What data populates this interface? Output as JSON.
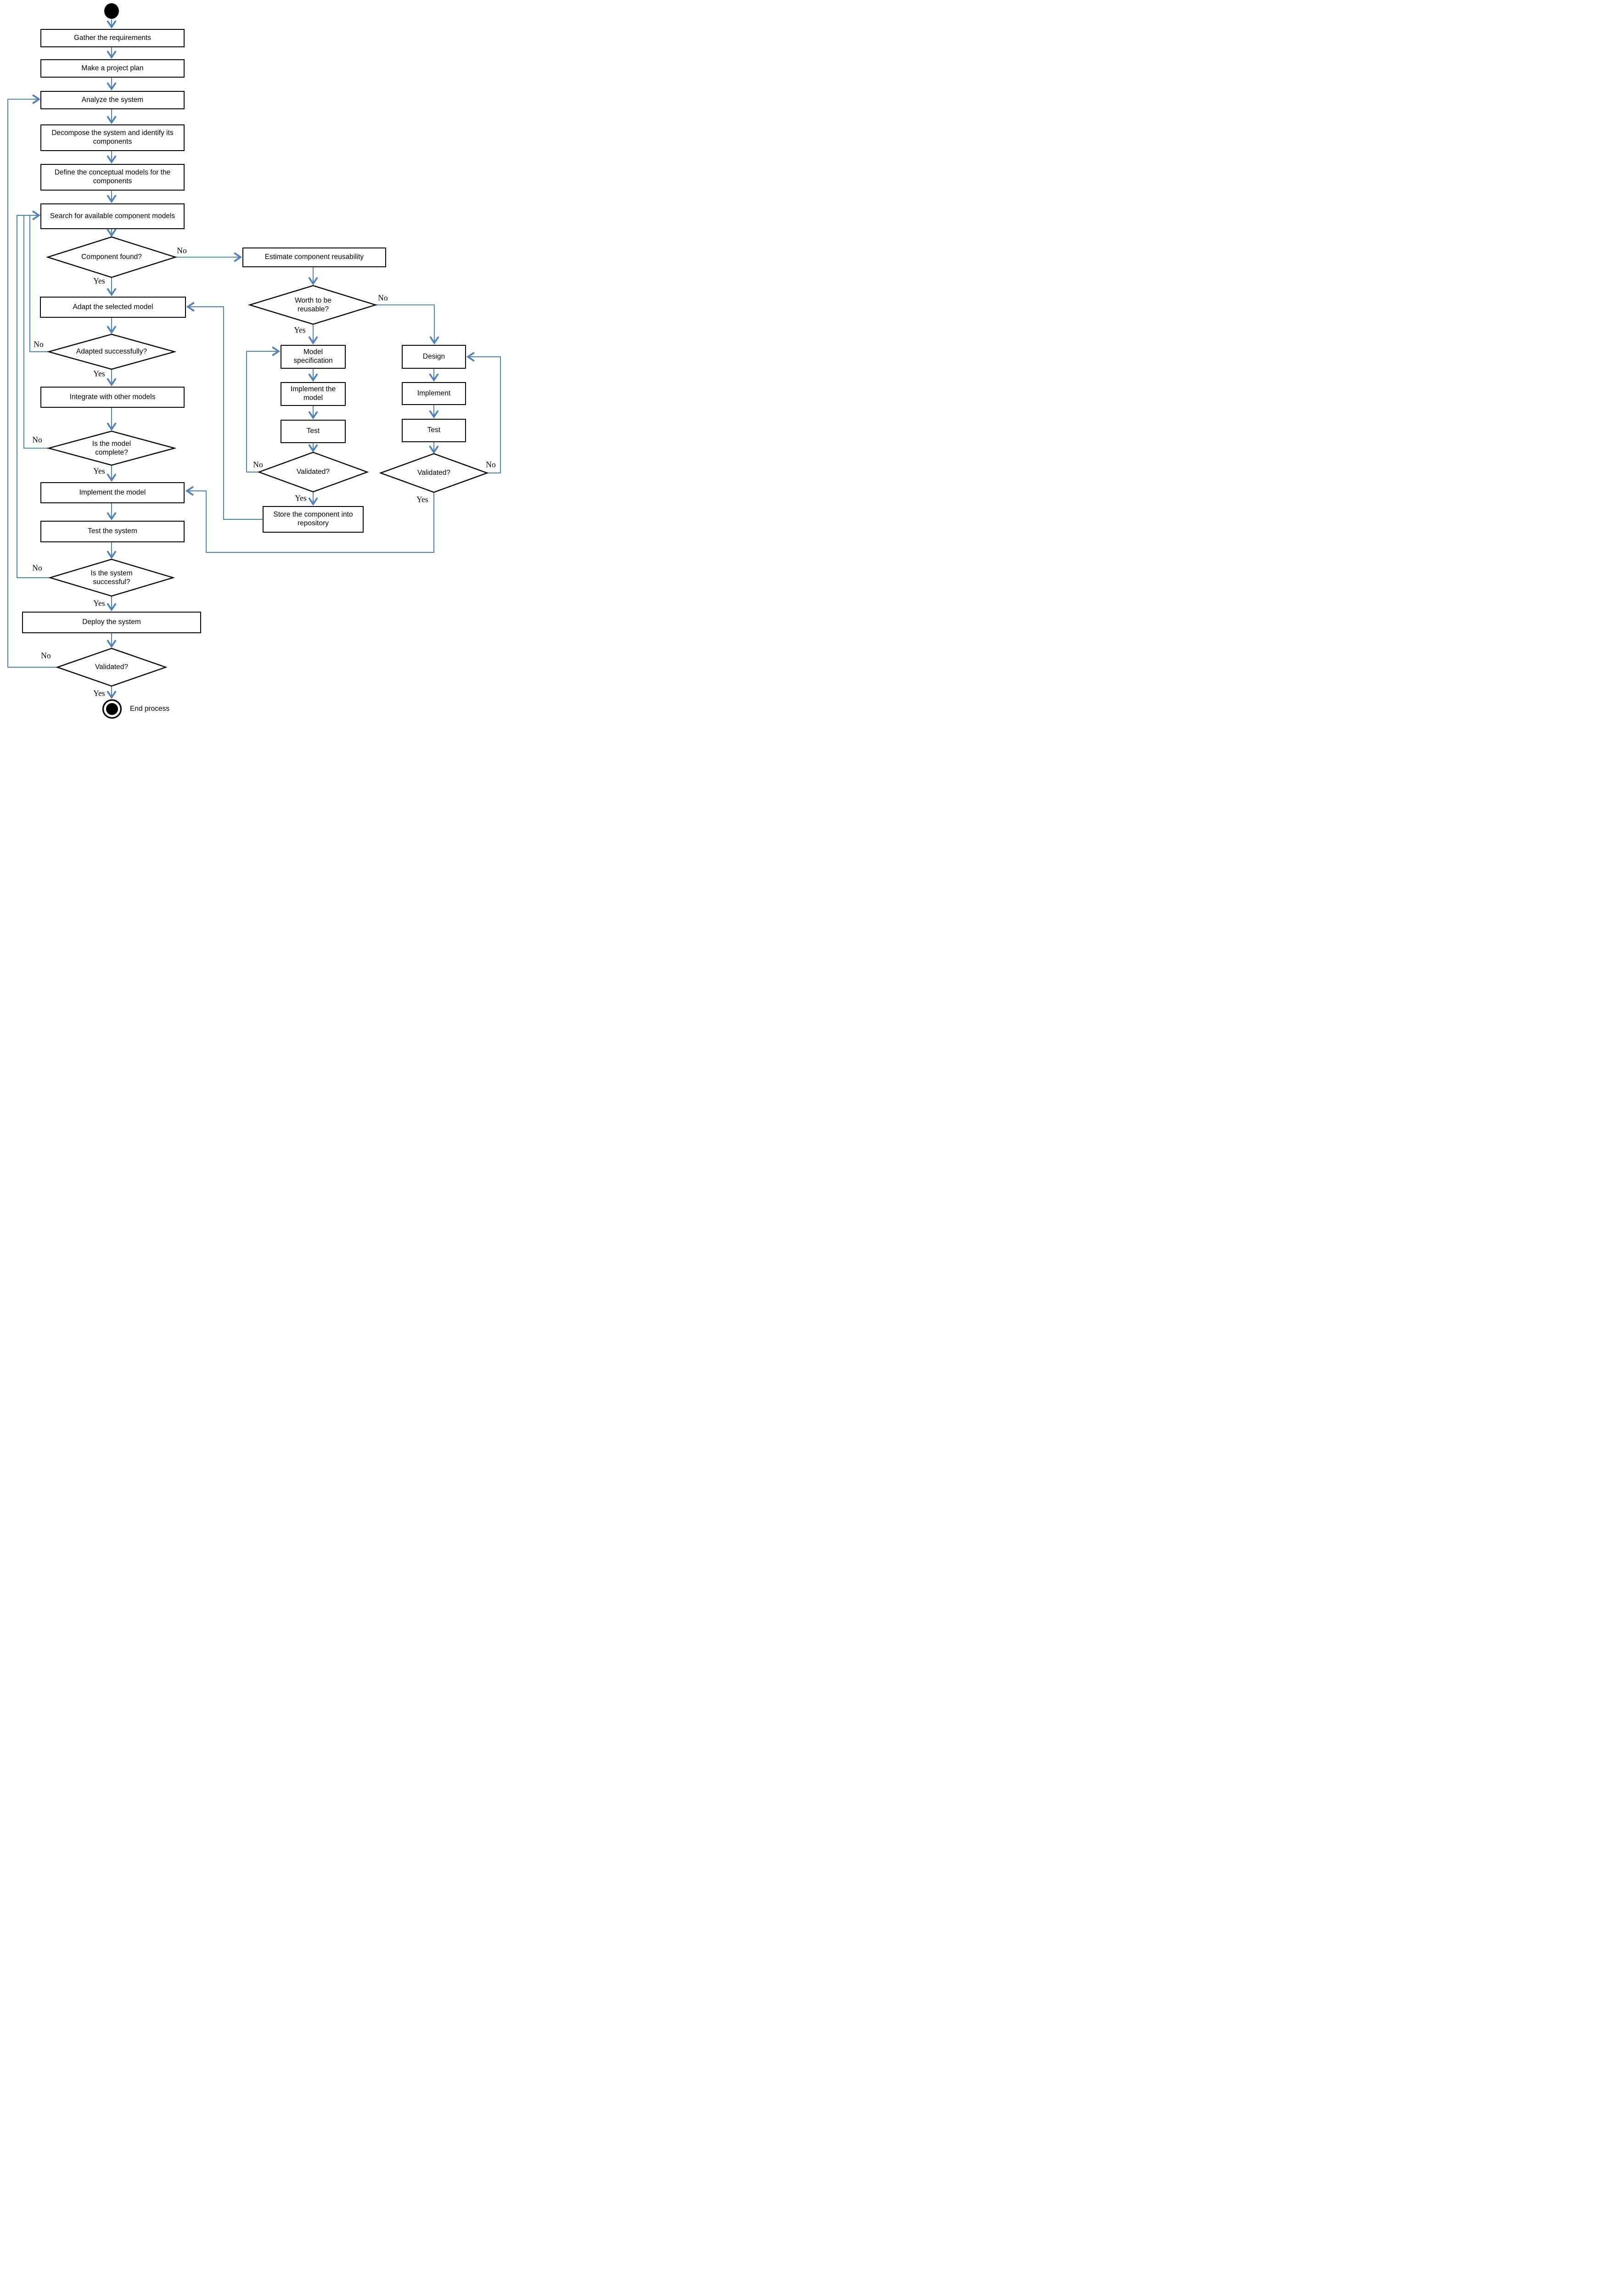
{
  "diagram": {
    "background": "#ffffff",
    "line_color": "#4f81bd",
    "border_color": "#000000",
    "node_fill": "#ffffff",
    "nodes": {
      "gather": "Gather the requirements",
      "make_plan": "Make a project plan",
      "analyze": "Analyze the system",
      "decompose": "Decompose the system and identify its components",
      "define": "Define the conceptual models for the components",
      "search": "Search for available component models",
      "component_found": "Component found?",
      "adapt": "Adapt the selected model",
      "adapted_ok": "Adapted successfully?",
      "integrate": "Integrate with other models",
      "model_complete": "Is the model complete?",
      "implement_model_main": "Implement the model",
      "test_system": "Test the system",
      "system_ok": "Is the system successful?",
      "deploy": "Deploy the system",
      "validated_final": "Validated?",
      "end": "End process",
      "estimate": "Estimate component reusability",
      "worth": "Worth to be reusable?",
      "model_spec": "Model specification",
      "implement_model_mid": "Implement the model",
      "test_mid": "Test",
      "validated_mid": "Validated?",
      "store": "Store the component into repository",
      "design": "Design",
      "implement_right": "Implement",
      "test_right": "Test",
      "validated_right": "Validated?"
    },
    "edge_labels": {
      "component_yes": "Yes",
      "component_no": "No",
      "adapted_yes": "Yes",
      "adapted_no": "No",
      "complete_yes": "Yes",
      "complete_no": "No",
      "system_yes": "Yes",
      "system_no": "No",
      "final_yes": "Yes",
      "final_no": "No",
      "worth_yes": "Yes",
      "worth_no": "No",
      "mid_yes": "Yes",
      "mid_no": "No",
      "right_yes": "Yes",
      "right_no": "No"
    },
    "edges": [
      {
        "from": "start",
        "to": "gather",
        "label": ""
      },
      {
        "from": "gather",
        "to": "make_plan",
        "label": ""
      },
      {
        "from": "make_plan",
        "to": "analyze",
        "label": ""
      },
      {
        "from": "analyze",
        "to": "decompose",
        "label": ""
      },
      {
        "from": "decompose",
        "to": "define",
        "label": ""
      },
      {
        "from": "define",
        "to": "search",
        "label": ""
      },
      {
        "from": "search",
        "to": "component_found",
        "label": ""
      },
      {
        "from": "component_found",
        "to": "adapt",
        "label": "Yes"
      },
      {
        "from": "component_found",
        "to": "estimate",
        "label": "No"
      },
      {
        "from": "adapt",
        "to": "adapted_ok",
        "label": ""
      },
      {
        "from": "adapted_ok",
        "to": "integrate",
        "label": "Yes"
      },
      {
        "from": "adapted_ok",
        "to": "search",
        "label": "No"
      },
      {
        "from": "integrate",
        "to": "model_complete",
        "label": ""
      },
      {
        "from": "model_complete",
        "to": "implement_model_main",
        "label": "Yes"
      },
      {
        "from": "model_complete",
        "to": "search",
        "label": "No"
      },
      {
        "from": "implement_model_main",
        "to": "test_system",
        "label": ""
      },
      {
        "from": "test_system",
        "to": "system_ok",
        "label": ""
      },
      {
        "from": "system_ok",
        "to": "deploy",
        "label": "Yes"
      },
      {
        "from": "system_ok",
        "to": "search",
        "label": "No"
      },
      {
        "from": "deploy",
        "to": "validated_final",
        "label": ""
      },
      {
        "from": "validated_final",
        "to": "end",
        "label": "Yes"
      },
      {
        "from": "validated_final",
        "to": "analyze",
        "label": "No"
      },
      {
        "from": "estimate",
        "to": "worth",
        "label": ""
      },
      {
        "from": "worth",
        "to": "model_spec",
        "label": "Yes"
      },
      {
        "from": "worth",
        "to": "design",
        "label": "No"
      },
      {
        "from": "model_spec",
        "to": "implement_model_mid",
        "label": ""
      },
      {
        "from": "implement_model_mid",
        "to": "test_mid",
        "label": ""
      },
      {
        "from": "test_mid",
        "to": "validated_mid",
        "label": ""
      },
      {
        "from": "validated_mid",
        "to": "store",
        "label": "Yes"
      },
      {
        "from": "validated_mid",
        "to": "model_spec",
        "label": "No"
      },
      {
        "from": "store",
        "to": "adapt",
        "label": ""
      },
      {
        "from": "design",
        "to": "implement_right",
        "label": ""
      },
      {
        "from": "implement_right",
        "to": "test_right",
        "label": ""
      },
      {
        "from": "test_right",
        "to": "validated_right",
        "label": ""
      },
      {
        "from": "validated_right",
        "to": "implement_model_main",
        "label": "Yes"
      },
      {
        "from": "validated_right",
        "to": "design",
        "label": "No"
      }
    ]
  }
}
